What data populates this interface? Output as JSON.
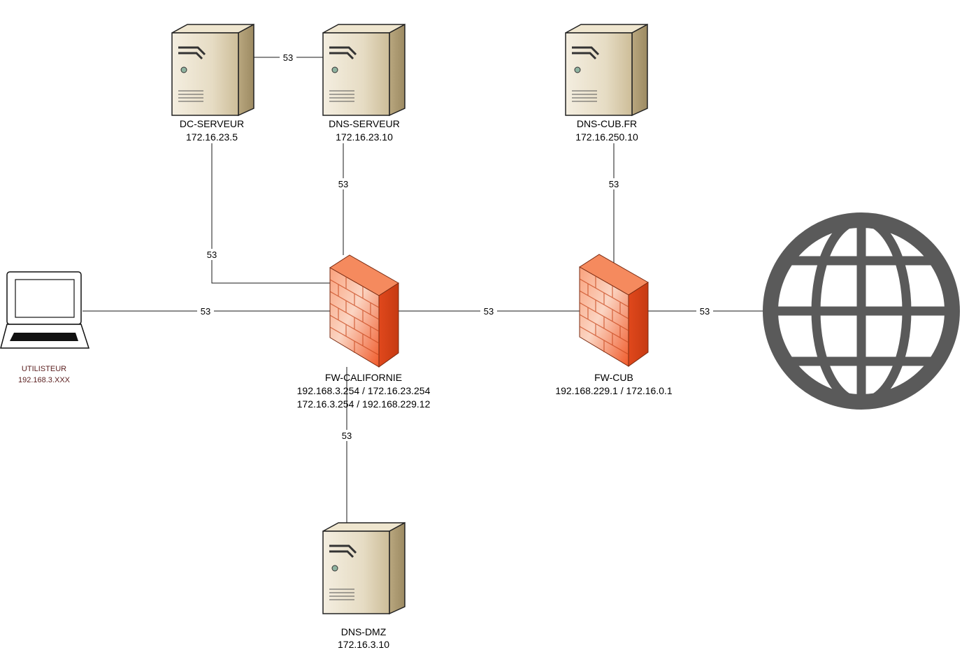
{
  "colors": {
    "link": "#1a1a1a",
    "server_body": "#d6c8a8",
    "firewall": "#f05a2a",
    "globe": "#5a5a5a",
    "user_label": "#5a1e1e"
  },
  "nodes": {
    "dc_serveur": {
      "icon": "server-icon",
      "name": "DC-SERVEUR",
      "ip": "172.16.23.5"
    },
    "dns_serveur": {
      "icon": "server-icon",
      "name": "DNS-SERVEUR",
      "ip": "172.16.23.10"
    },
    "dns_cub": {
      "icon": "server-icon",
      "name": "DNS-CUB.FR",
      "ip": "172.16.250.10"
    },
    "fw_californie": {
      "icon": "firewall-icon",
      "name": "FW-CALIFORNIE",
      "ip_line1": "192.168.3.254 / 172.16.23.254",
      "ip_line2": "172.16.3.254 / 192.168.229.12"
    },
    "fw_cub": {
      "icon": "firewall-icon",
      "name": "FW-CUB",
      "ip": "192.168.229.1 / 172.16.0.1"
    },
    "utilisateur": {
      "icon": "laptop-icon",
      "name": "UTILISTEUR",
      "ip": "192.168.3.XXX"
    },
    "dns_dmz": {
      "icon": "server-icon",
      "name": "DNS-DMZ",
      "ip": "172.16.3.10"
    },
    "internet": {
      "icon": "globe-icon"
    }
  },
  "links": [
    {
      "from": "dc_serveur",
      "to": "dns_serveur",
      "port": "53"
    },
    {
      "from": "dns_serveur",
      "to": "fw_californie",
      "port": "53"
    },
    {
      "from": "dc_serveur",
      "to": "fw_californie",
      "port": "53"
    },
    {
      "from": "utilisateur",
      "to": "fw_californie",
      "port": "53"
    },
    {
      "from": "fw_californie",
      "to": "fw_cub",
      "port": "53"
    },
    {
      "from": "dns_cub",
      "to": "fw_cub",
      "port": "53"
    },
    {
      "from": "fw_cub",
      "to": "internet",
      "port": "53"
    },
    {
      "from": "fw_californie",
      "to": "dns_dmz",
      "port": "53"
    }
  ]
}
